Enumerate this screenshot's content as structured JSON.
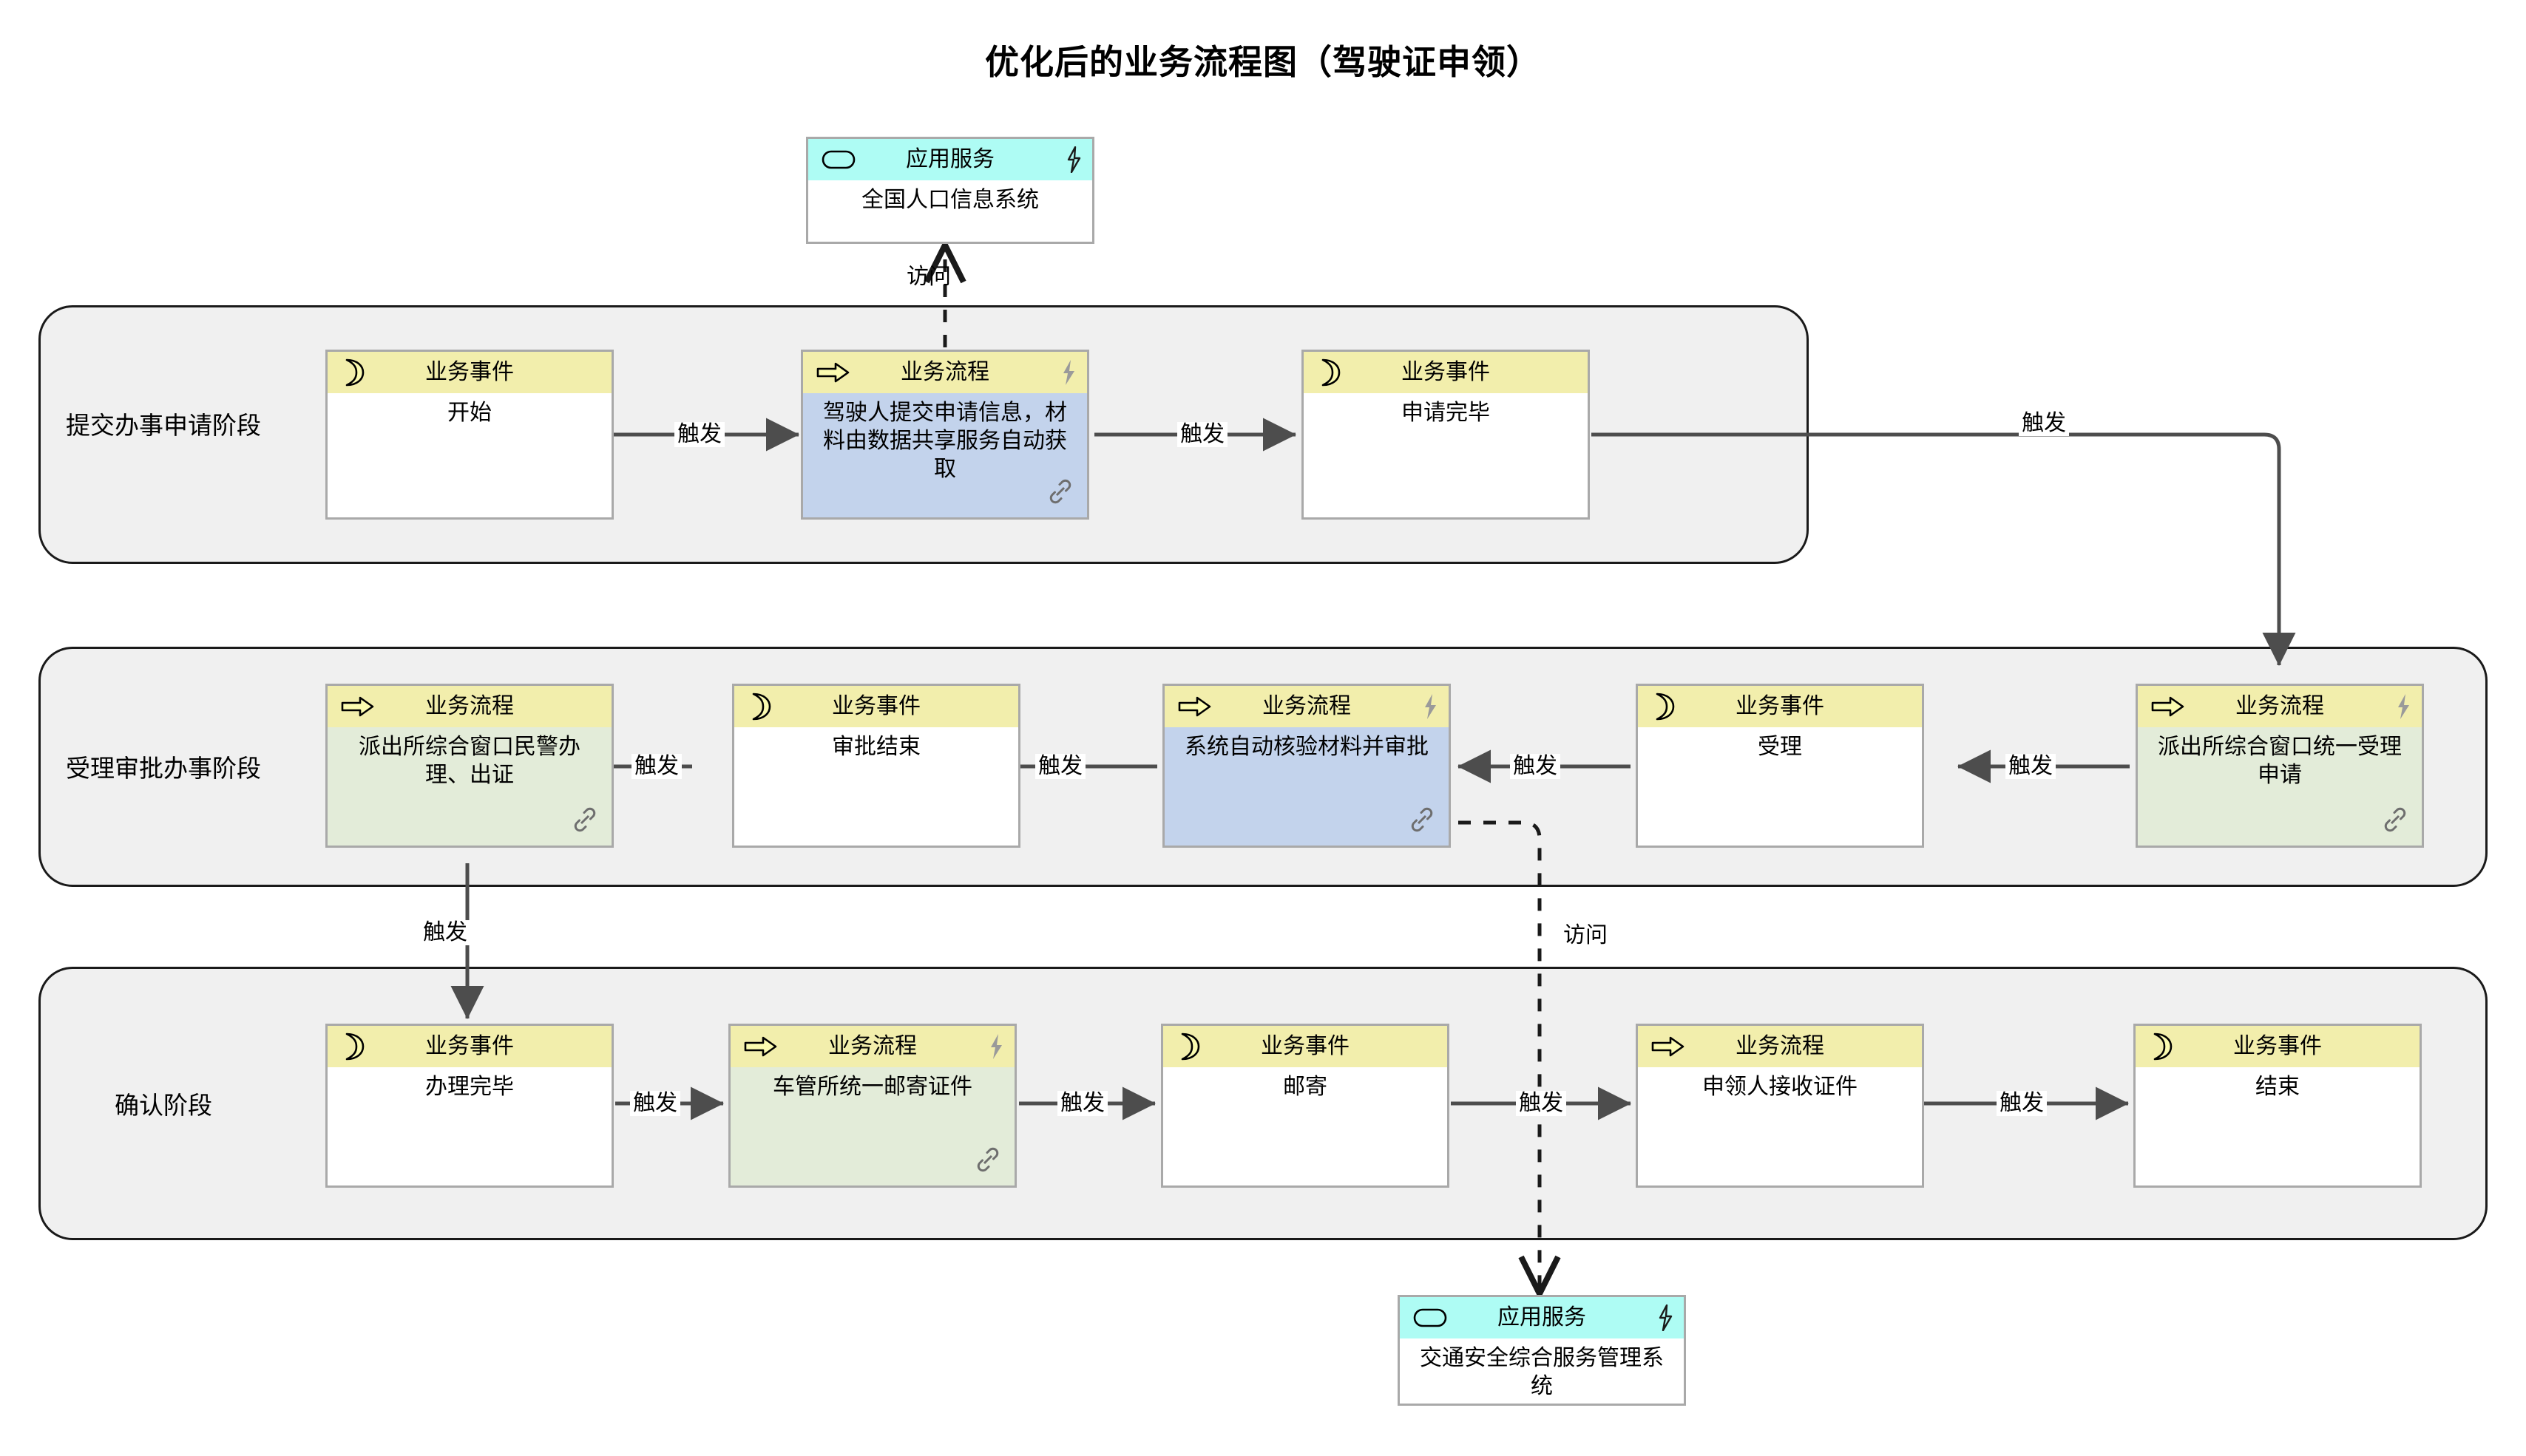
{
  "title": "优化后的业务流程图（驾驶证申领）",
  "colors": {
    "header_yellow": "#f2eeac",
    "header_cyan": "#aefcf4",
    "body_blue": "#c3d3ec",
    "body_green": "#e3ecd9",
    "body_white": "#ffffff",
    "phase_background": "#f0f0f0",
    "node_border": "#a9a9a9",
    "connector": "#4d4d4d"
  },
  "type_labels": {
    "business_event": "业务事件",
    "business_process": "业务流程",
    "application_service": "应用服务"
  },
  "icons": {
    "business_event": "crescent-moon-icon",
    "business_process": "right-arrow-icon",
    "application_service": "rounded-rect-icon",
    "trigger_marker": "lightning-bolt-icon",
    "link_marker": "chain-link-icon"
  },
  "connector_labels": {
    "trigger": "触发",
    "access": "访问"
  },
  "services": [
    {
      "id": "svc-population",
      "type_label": "应用服务",
      "name": "全国人口信息系统",
      "has_lightning": true
    },
    {
      "id": "svc-traffic",
      "type_label": "应用服务",
      "name": "交通安全综合服务管理系统",
      "has_lightning": true
    }
  ],
  "phases": [
    {
      "id": "phase-apply",
      "label": "提交办事申请阶段",
      "nodes": [
        {
          "id": "n-start",
          "type_label": "业务事件",
          "name": "开始",
          "body_style": "white",
          "has_lightning": false,
          "has_link": false
        },
        {
          "id": "n-submit",
          "type_label": "业务流程",
          "name": "驾驶人提交申请信息，材料由数据共享服务自动获取",
          "body_style": "blue",
          "has_lightning": true,
          "has_link": true
        },
        {
          "id": "n-applied",
          "type_label": "业务事件",
          "name": "申请完毕",
          "body_style": "white",
          "has_lightning": false,
          "has_link": false
        }
      ]
    },
    {
      "id": "phase-review",
      "label": "受理审批办事阶段",
      "nodes": [
        {
          "id": "n-police-handle",
          "type_label": "业务流程",
          "name": "派出所综合窗口民警办理、出证",
          "body_style": "green",
          "has_lightning": false,
          "has_link": true
        },
        {
          "id": "n-review-end",
          "type_label": "业务事件",
          "name": "审批结束",
          "body_style": "white",
          "has_lightning": false,
          "has_link": false
        },
        {
          "id": "n-auto-verify",
          "type_label": "业务流程",
          "name": "系统自动核验材料并审批",
          "body_style": "blue",
          "has_lightning": true,
          "has_link": true
        },
        {
          "id": "n-accept",
          "type_label": "业务事件",
          "name": "受理",
          "body_style": "white",
          "has_lightning": false,
          "has_link": false
        },
        {
          "id": "n-unified-accept",
          "type_label": "业务流程",
          "name": "派出所综合窗口统一受理申请",
          "body_style": "green",
          "has_lightning": true,
          "has_link": true
        }
      ]
    },
    {
      "id": "phase-confirm",
      "label": "确认阶段",
      "nodes": [
        {
          "id": "n-handled",
          "type_label": "业务事件",
          "name": "办理完毕",
          "body_style": "white",
          "has_lightning": false,
          "has_link": false
        },
        {
          "id": "n-mail-cert",
          "type_label": "业务流程",
          "name": "车管所统一邮寄证件",
          "body_style": "green",
          "has_lightning": true,
          "has_link": true
        },
        {
          "id": "n-mailing",
          "type_label": "业务事件",
          "name": "邮寄",
          "body_style": "white",
          "has_lightning": false,
          "has_link": false
        },
        {
          "id": "n-receive",
          "type_label": "业务流程",
          "name": "申领人接收证件",
          "body_style": "white",
          "has_lightning": false,
          "has_link": false
        },
        {
          "id": "n-end",
          "type_label": "业务事件",
          "name": "结束",
          "body_style": "white",
          "has_lightning": false,
          "has_link": false
        }
      ]
    }
  ],
  "edges": [
    {
      "id": "e1",
      "from": "n-start",
      "to": "n-submit",
      "label": "触发",
      "style": "solid"
    },
    {
      "id": "e2",
      "from": "n-submit",
      "to": "n-applied",
      "label": "触发",
      "style": "solid"
    },
    {
      "id": "e3",
      "from": "n-applied",
      "to": "n-unified-accept",
      "label": "触发",
      "style": "solid"
    },
    {
      "id": "e4",
      "from": "n-unified-accept",
      "to": "n-accept",
      "label": "触发",
      "style": "solid"
    },
    {
      "id": "e5",
      "from": "n-accept",
      "to": "n-auto-verify",
      "label": "触发",
      "style": "solid"
    },
    {
      "id": "e6",
      "from": "n-auto-verify",
      "to": "n-review-end",
      "label": "触发",
      "style": "solid"
    },
    {
      "id": "e7",
      "from": "n-review-end",
      "to": "n-police-handle",
      "label": "触发",
      "style": "solid"
    },
    {
      "id": "e8",
      "from": "n-police-handle",
      "to": "n-handled",
      "label": "触发",
      "style": "solid"
    },
    {
      "id": "e9",
      "from": "n-handled",
      "to": "n-mail-cert",
      "label": "触发",
      "style": "solid"
    },
    {
      "id": "e10",
      "from": "n-mail-cert",
      "to": "n-mailing",
      "label": "触发",
      "style": "solid"
    },
    {
      "id": "e11",
      "from": "n-mailing",
      "to": "n-receive",
      "label": "触发",
      "style": "solid"
    },
    {
      "id": "e12",
      "from": "n-receive",
      "to": "n-end",
      "label": "触发",
      "style": "solid"
    },
    {
      "id": "e13",
      "from": "n-submit",
      "to": "svc-population",
      "label": "访问",
      "style": "dashed"
    },
    {
      "id": "e14",
      "from": "n-auto-verify",
      "to": "svc-traffic",
      "label": "访问",
      "style": "dashed"
    }
  ]
}
